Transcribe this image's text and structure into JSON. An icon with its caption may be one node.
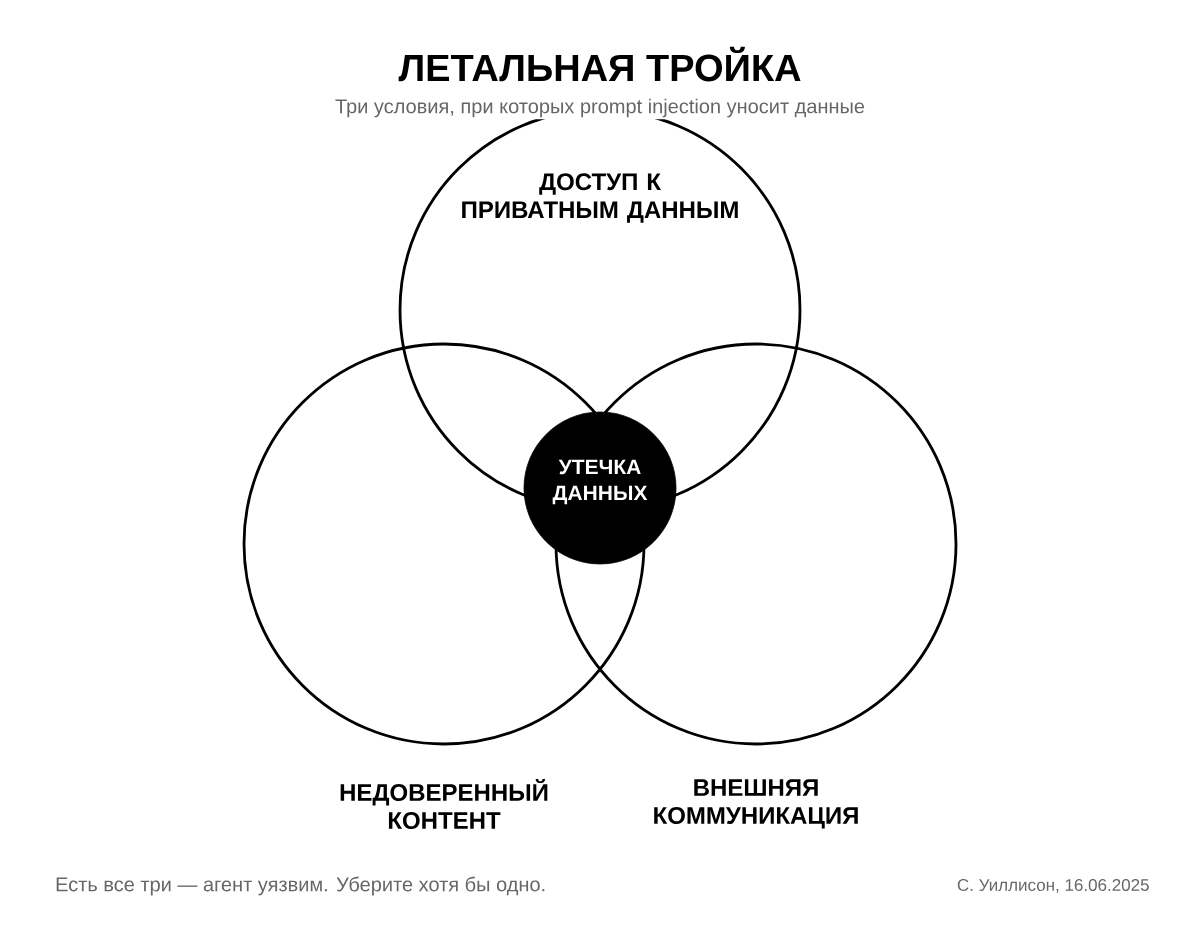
{
  "diagram": {
    "title": "ЛЕТАЛЬНАЯ ТРОЙКА",
    "nodes": [
      {
        "text": [
          "ДОСТУП К ПРИВАТНЫМ ДАННЫМ"
        ]
      },
      {
        "text": [
          "НЕДОВЕРЕННЫЙ КОНТЕНТ"
        ]
      },
      {
        "text": [
          "ВНЕШНЯЯ КОММУНИКАЦИЯ"
        ]
      },
      {
        "text": [
          "УТЕЧКА ДАННЫХ"
        ]
      }
    ],
    "labels": [
      "Три условия, при которых prompt injection уносит данные",
      "С. Уиллисон, 16.06.2025"
    ],
    "caption": "Есть все три — агент уязвим. Уберите хотя бы одно."
  }
}
